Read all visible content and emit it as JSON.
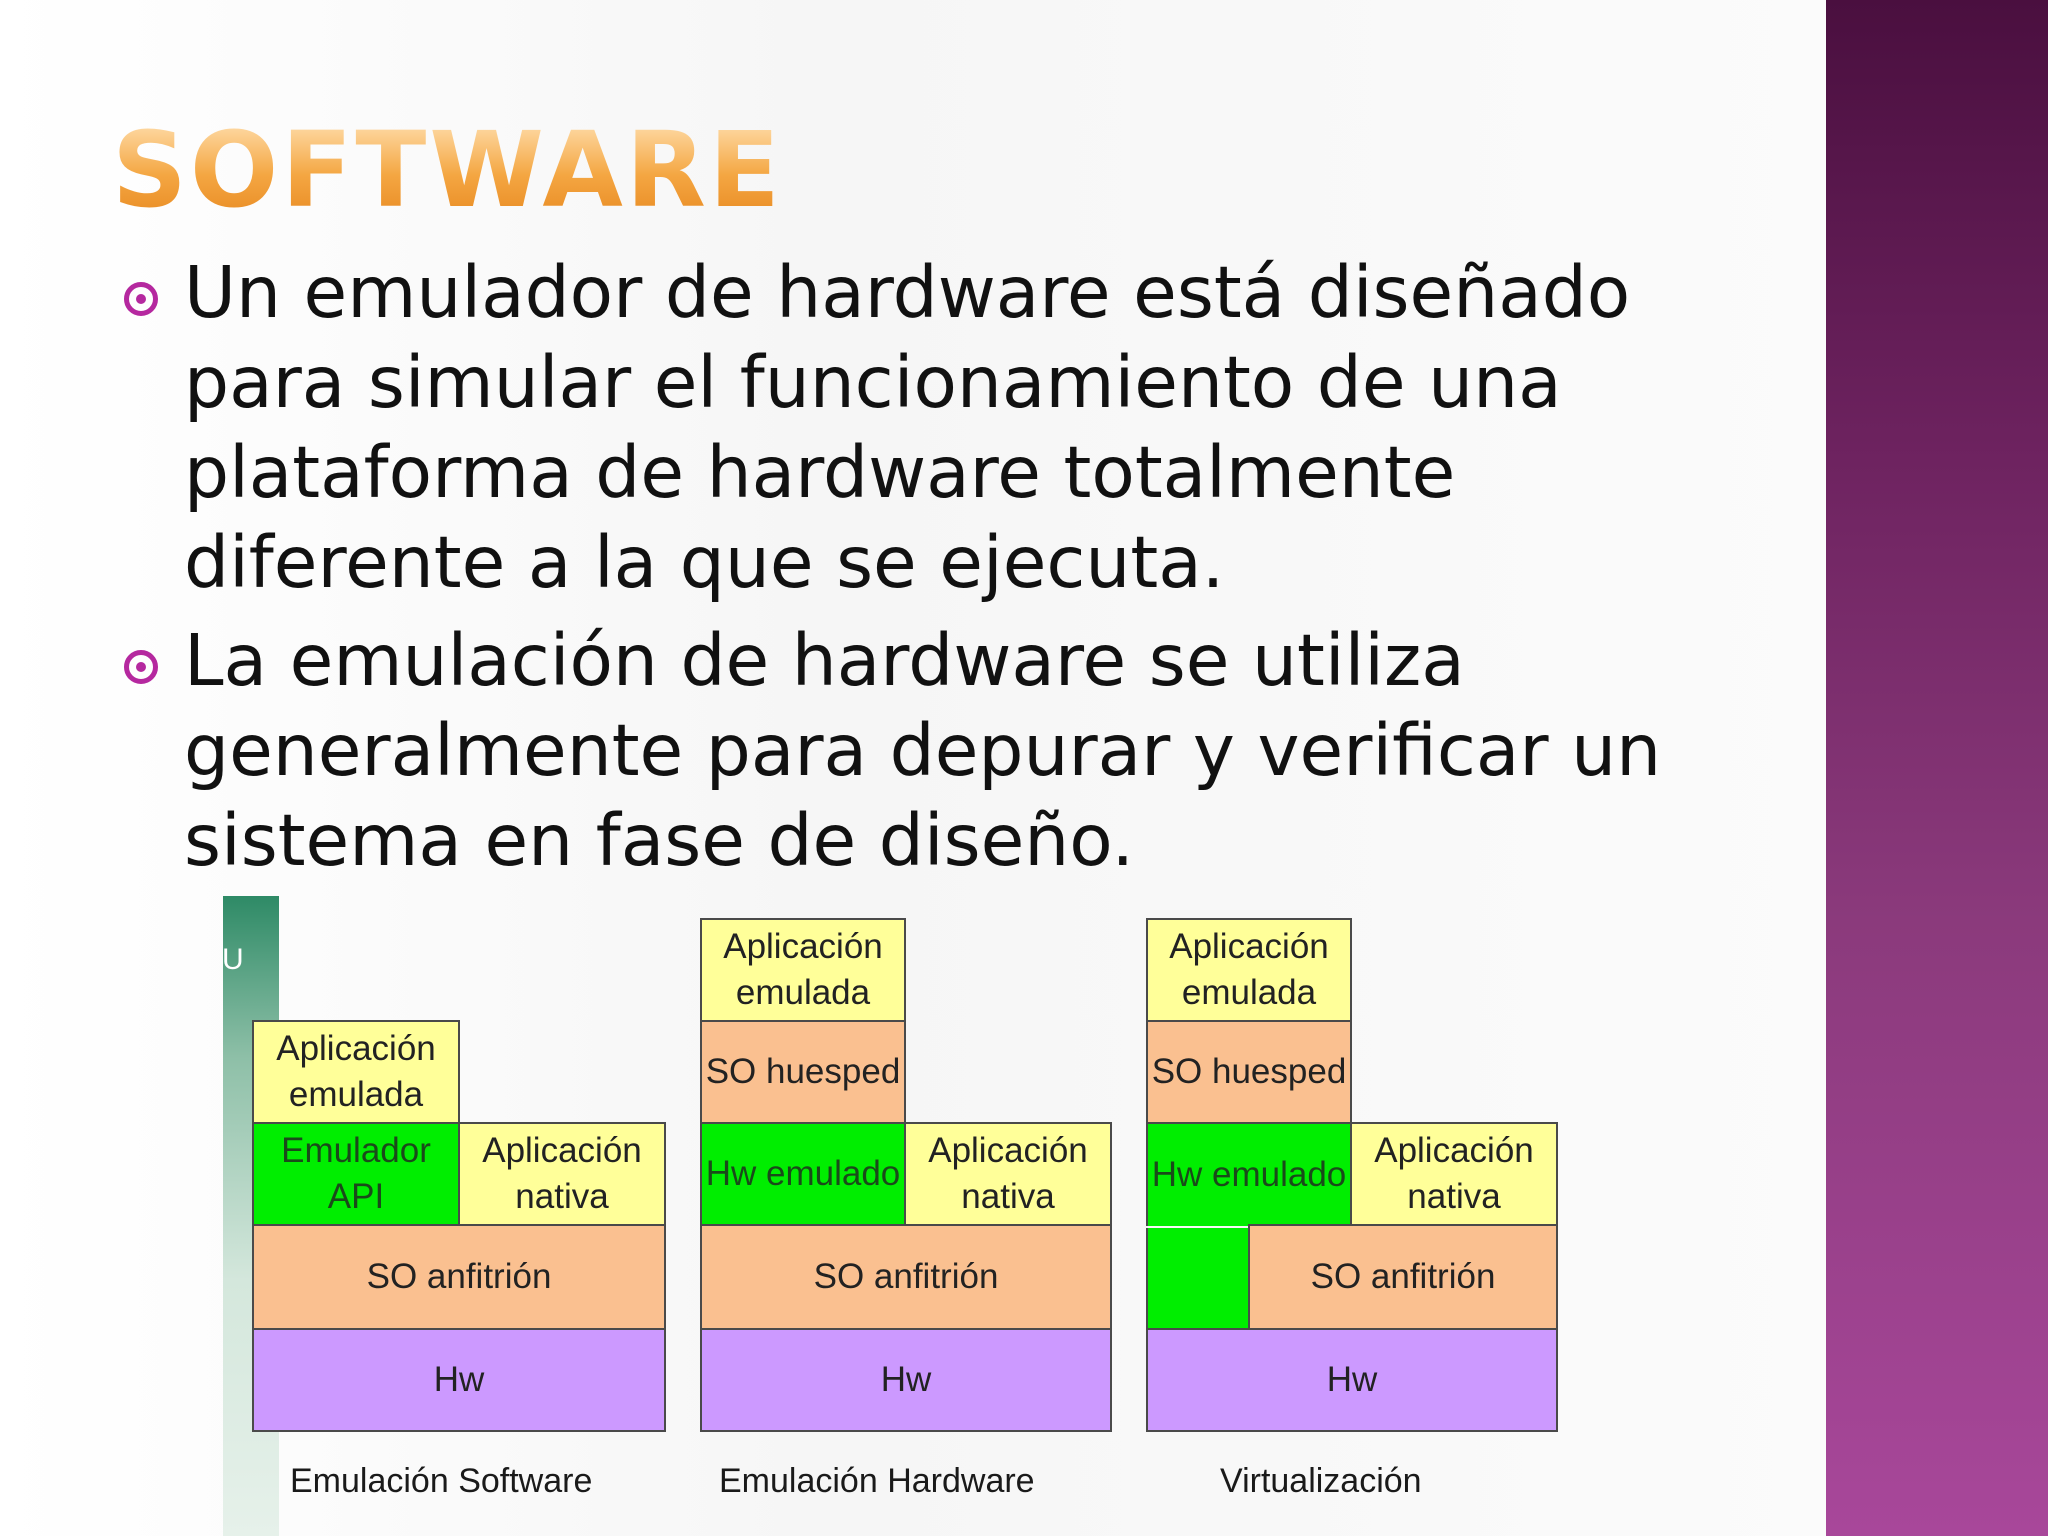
{
  "slide": {
    "title": "SOFTWARE",
    "bullets": [
      "Un emulador de hardware está diseñado para simular el funcionamiento de una plataforma de hardware totalmente diferente a la que se ejecuta.",
      "La emulación de hardware se utiliza generalmente para depurar y verificar un sistema en fase de diseño."
    ],
    "bullet_icon": "circled-dot-icon",
    "colors": {
      "title": "#f4a642",
      "bullet": "#b5289f",
      "band": "#8b3a7c",
      "yellow": "#ffff99",
      "peach": "#fac090",
      "green": "#00ee00",
      "purple": "#cc99ff"
    }
  },
  "diagram": {
    "strip_letter": "U",
    "software": {
      "app_emulated": "Aplicación emulada",
      "api_emulator": "Emulador API",
      "app_native": "Aplicación nativa",
      "host_os": "SO anfitrión",
      "hw": "Hw",
      "caption": "Emulación Software"
    },
    "hardware": {
      "app_emulated": "Aplicación emulada",
      "guest_os": "SO huesped",
      "hw_emulated": "Hw emulado",
      "app_native": "Aplicación nativa",
      "host_os": "SO anfitrión",
      "hw": "Hw",
      "caption": "Emulación Hardware"
    },
    "virtualization": {
      "app_emulated": "Aplicación emulada",
      "guest_os": "SO huesped",
      "hw_emulated": "Hw emulado",
      "app_native": "Aplicación nativa",
      "host_os": "SO anfitrión",
      "hw": "Hw",
      "caption": "Virtualización"
    }
  }
}
